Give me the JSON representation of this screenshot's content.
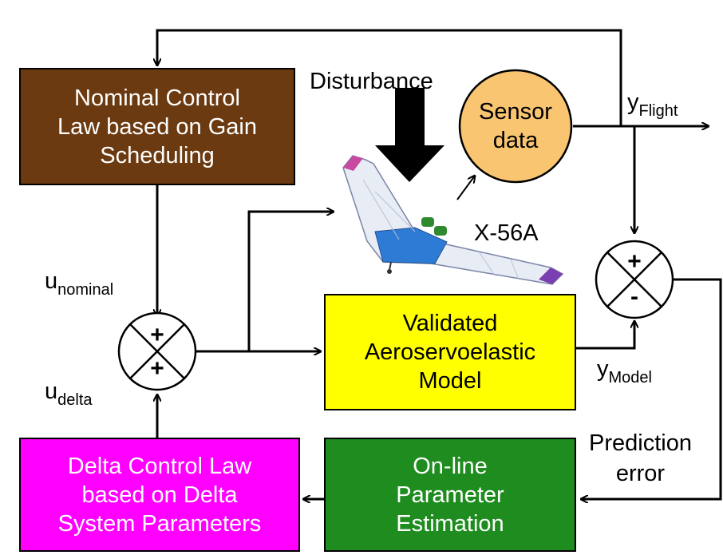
{
  "blocks": {
    "nominal": "Nominal Control\nLaw based on Gain\nScheduling",
    "validated": "Validated\nAeroservoelastic\nModel",
    "delta": "Delta Control Law\nbased on Delta\nSystem Parameters",
    "estimation": "On-line\nParameter\nEstimation",
    "sensor": "Sensor\ndata"
  },
  "labels": {
    "disturbance": "Disturbance",
    "aircraft": "X-56A",
    "y_flight_main": "y",
    "y_flight_sub": "Flight",
    "y_model_main": "y",
    "y_model_sub": "Model",
    "u_nominal_main": "u",
    "u_nominal_sub": "nominal",
    "u_delta_main": "u",
    "u_delta_sub": "delta",
    "prediction_error": "Prediction\nerror"
  },
  "signs": {
    "sum_left_top": "+",
    "sum_left_bottom": "+",
    "sum_right_top": "+",
    "sum_right_bottom": "-"
  },
  "colors": {
    "nominal": "#6B3A10",
    "validated": "#FFFF00",
    "delta": "#FF00FF",
    "estimation": "#1E8C1E",
    "sensor": "#FAC571",
    "aircraft_body": "#2E7BD6",
    "aircraft_wing": "#E8ECF5"
  }
}
